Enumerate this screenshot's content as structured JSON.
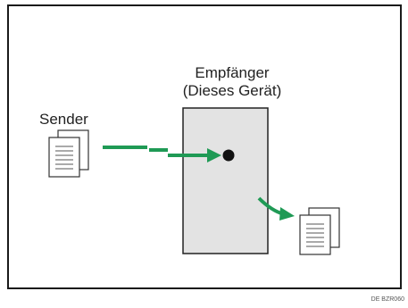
{
  "receiver": {
    "title": "Empfänger",
    "subtitle": "(Dieses Gerät)"
  },
  "sender": {
    "label": "Sender"
  },
  "figure_code": "DE BZR060",
  "colors": {
    "arrow": "#1f9a55",
    "device_fill": "#e3e3e3",
    "outline": "#222222"
  }
}
